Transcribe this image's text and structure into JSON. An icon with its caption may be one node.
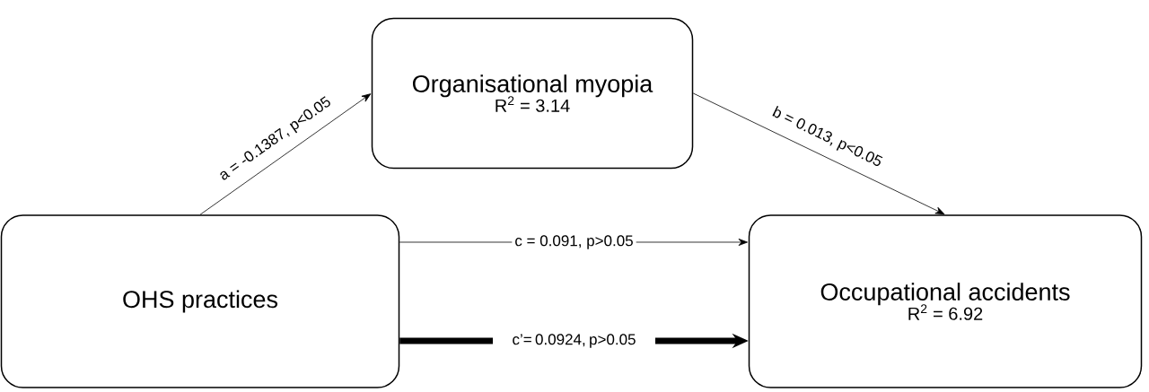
{
  "diagram": {
    "nodes": [
      {
        "text": [
          "Organisational myopia",
          "R$^{2}$ = 3.14"
        ]
      },
      {
        "text": [
          "OHS practices"
        ]
      },
      {
        "text": [
          "Occupational accidents",
          "R$^{2}$ = 6.92"
        ]
      }
    ],
    "edges": [
      {
        "from": 1,
        "to": 0,
        "arrow": "to",
        "label": "a = -0.1387, p<0.05"
      },
      {
        "from": 0,
        "to": 2,
        "arrow": "to",
        "label": "b = 0.013, p<0.05"
      },
      {
        "from": 1,
        "to": 2,
        "arrow": "to",
        "label": "c = 0.091, p>0.05"
      },
      {
        "from": 1,
        "to": 2,
        "arrow": "to",
        "label": "c’= 0.0924, p>0.05",
        "style": "thick"
      }
    ]
  }
}
